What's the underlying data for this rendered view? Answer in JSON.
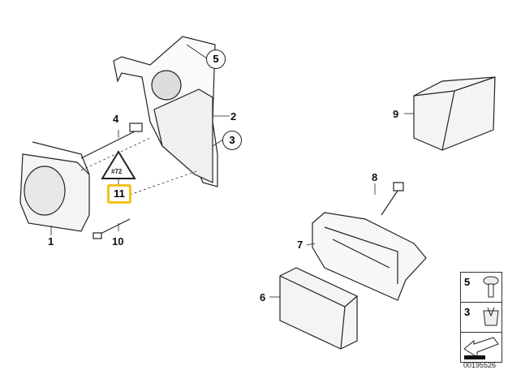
{
  "callouts": {
    "p1": "1",
    "p2": "2",
    "p3": "3",
    "p4": "4",
    "p5": "5",
    "p6": "6",
    "p7": "7",
    "p8": "8",
    "p9": "9",
    "p10": "10",
    "p11": "11"
  },
  "legend": {
    "items": [
      {
        "num": "5"
      },
      {
        "num": "3"
      }
    ]
  },
  "diagram_code": "00195526",
  "colors": {
    "highlight": "#f2c21b",
    "line": "#222222"
  }
}
